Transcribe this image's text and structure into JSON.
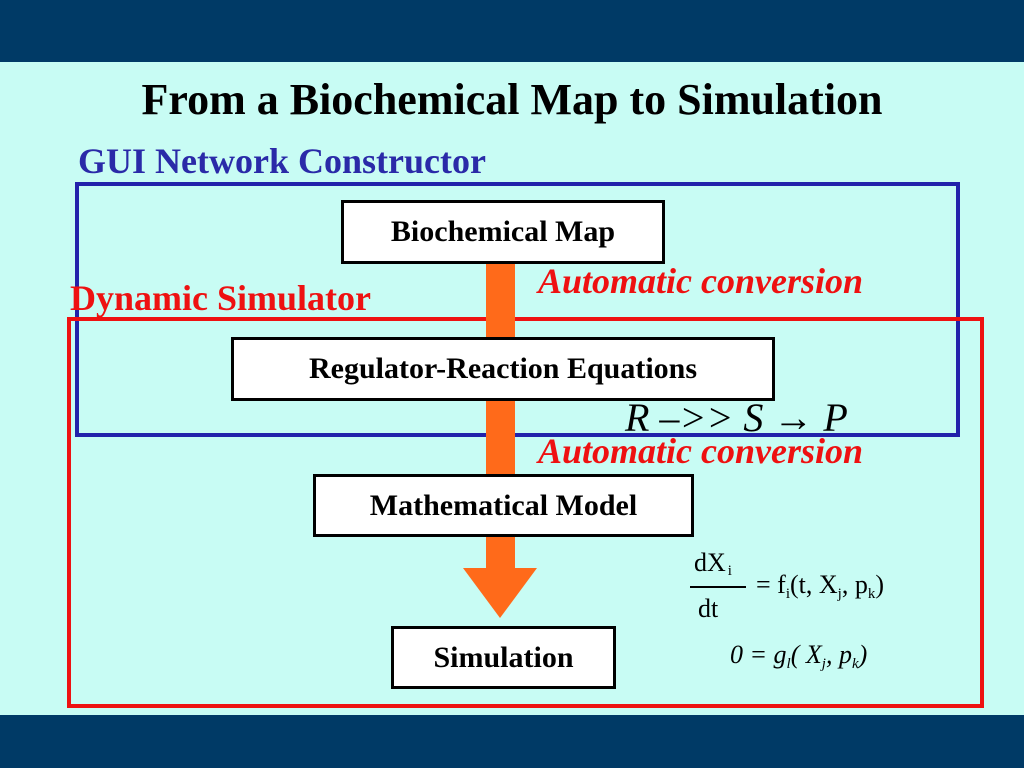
{
  "title": "From a Biochemical Map to Simulation",
  "labels": {
    "gui": "GUI Network Constructor",
    "dynamic": "Dynamic Simulator",
    "auto1": "Automatic conversion",
    "auto2": "Automatic conversion"
  },
  "boxes": {
    "map": "Biochemical Map",
    "equations": "Regulator-Reaction Equations",
    "model": "Mathematical Model",
    "simulation": "Simulation"
  },
  "reaction": "R –>>  S → P",
  "formula1": {
    "numerator": "dX",
    "numerator_sub": "i",
    "denominator": "dt",
    "rhs_a": "= f",
    "rhs_a_sub": "i",
    "rhs_b": "(t, X",
    "rhs_b_sub": "j",
    "rhs_c": ", p",
    "rhs_c_sub": "k",
    "rhs_d": ")"
  },
  "formula2": {
    "a": "0 = g",
    "a_sub": "l",
    "b": "( X",
    "b_sub": "j",
    "c": ", p",
    "c_sub": "k",
    "d": ")"
  },
  "colors": {
    "background": "#c8fcf4",
    "bar": "#003a66",
    "arrow": "#ff6a1a",
    "blue": "#2222aa",
    "red": "#ee1111"
  }
}
